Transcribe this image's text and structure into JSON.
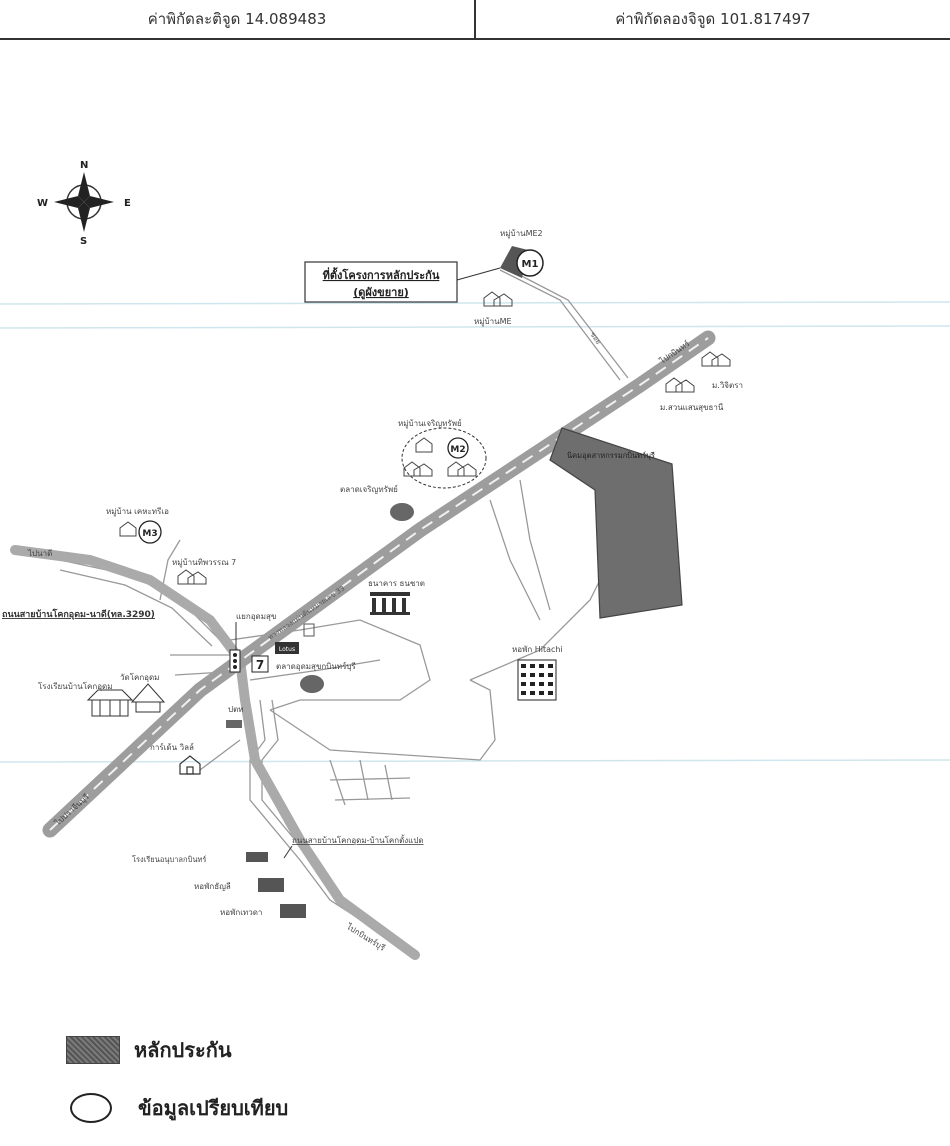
{
  "header": {
    "lat_label": "ค่าพิกัดละติจูด 14.089483",
    "lon_label": "ค่าพิกัดลองจิจูด 101.817497"
  },
  "compass": {
    "n": "N",
    "s": "S",
    "e": "E",
    "w": "W"
  },
  "map": {
    "project_box_line1": "ที่ตั้งโครงการหลักประกัน",
    "project_box_line2": "(ดูผังขยาย)",
    "m1": "M1",
    "m2": "M2",
    "m3": "M3",
    "labels": {
      "village_me2": "หมู่บ้านME2",
      "village_me": "หมู่บ้านME",
      "mu_wichit": "ม.วิจิตรา",
      "mu_suansaen": "ม.สวนแสนสุขธานี",
      "village_charoensap": "หมู่บ้านเจริญทรัพย์",
      "market_charoensap": "ตลาดเจริญทรัพย์",
      "industrial_estate": "นิคมอุตสาหกรรมกบินทร์บุรี",
      "village_kheha": "หมู่บ้าน เคหะทรีเอ",
      "village_thipwan": "หมู่บ้านทิพวรรณ 7",
      "road_3290": "ถนนสายบ้านโคกอุดม-นาดี(ทล.3290)",
      "to_nadi": "ไปนาดี",
      "junction": "แยกอุดมสุข",
      "bank": "ธนาคาร ธนชาต",
      "dorm_hitachi": "หอพัก Hitachi",
      "school": "โรงเรียนบ้านโคกอุดม",
      "temple": "วัดโคกอุดม",
      "market_udomsuk": "ตลาดอุดมสุขกบินทร์บุรี",
      "shop_711": "7",
      "lotus": "Lotus",
      "post": "ปตท",
      "police": "การ์เด้น วิลล์",
      "road_local": "ถนนสายบ้านโคกอุดม-บ้านโคกตั้งแปด",
      "hospital": "โรงเรียนอนุบาลกบินทร์",
      "dorm_1": "หอพักธัญลี",
      "dorm_2": "หอพักเทวดา",
      "to_kabin": "ไปกบินทร์บุรี",
      "to_prachin": "ไปปราจีนบุรี",
      "to_bangkok": "ไปกบินทร์",
      "highway_33": "ทางหลวงแผ่นดินหมายเลข 33",
      "soi": "ซอย"
    }
  },
  "legend": {
    "collateral": "หลักประกัน",
    "comparison": "ข้อมูลเปรียบเทียบ"
  }
}
